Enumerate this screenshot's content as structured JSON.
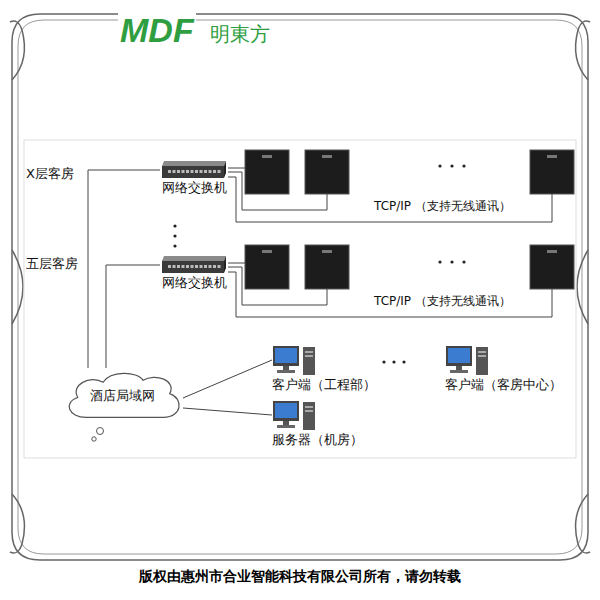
{
  "diagram": {
    "nodes": [
      {
        "text": [
          "网络交换机"
        ]
      },
      {
        "text": [
          "网络交换机"
        ]
      },
      {
        "text": [
          "客户端（工程部）"
        ]
      },
      {
        "text": [
          "客户端（客房中心）"
        ]
      },
      {
        "text": [
          "酒店局域网"
        ]
      },
      {
        "text": [
          "服务器（机房）"
        ]
      }
    ],
    "edges": [
      {
        "from": 4,
        "to": 0,
        "arrow": "none"
      },
      {
        "from": 4,
        "to": 1,
        "arrow": "none"
      },
      {
        "from": 4,
        "to": 2,
        "arrow": "none"
      },
      {
        "from": 4,
        "to": 5,
        "arrow": "none"
      }
    ],
    "labels": [
      "MDF",
      "明東方",
      "X层客房",
      "TCP/IP （支持无线通讯）",
      "五层客房",
      "TCP/IP （支持无线通讯）",
      "版权由惠州市合业智能科技有限公司所有，请勿转载"
    ]
  }
}
